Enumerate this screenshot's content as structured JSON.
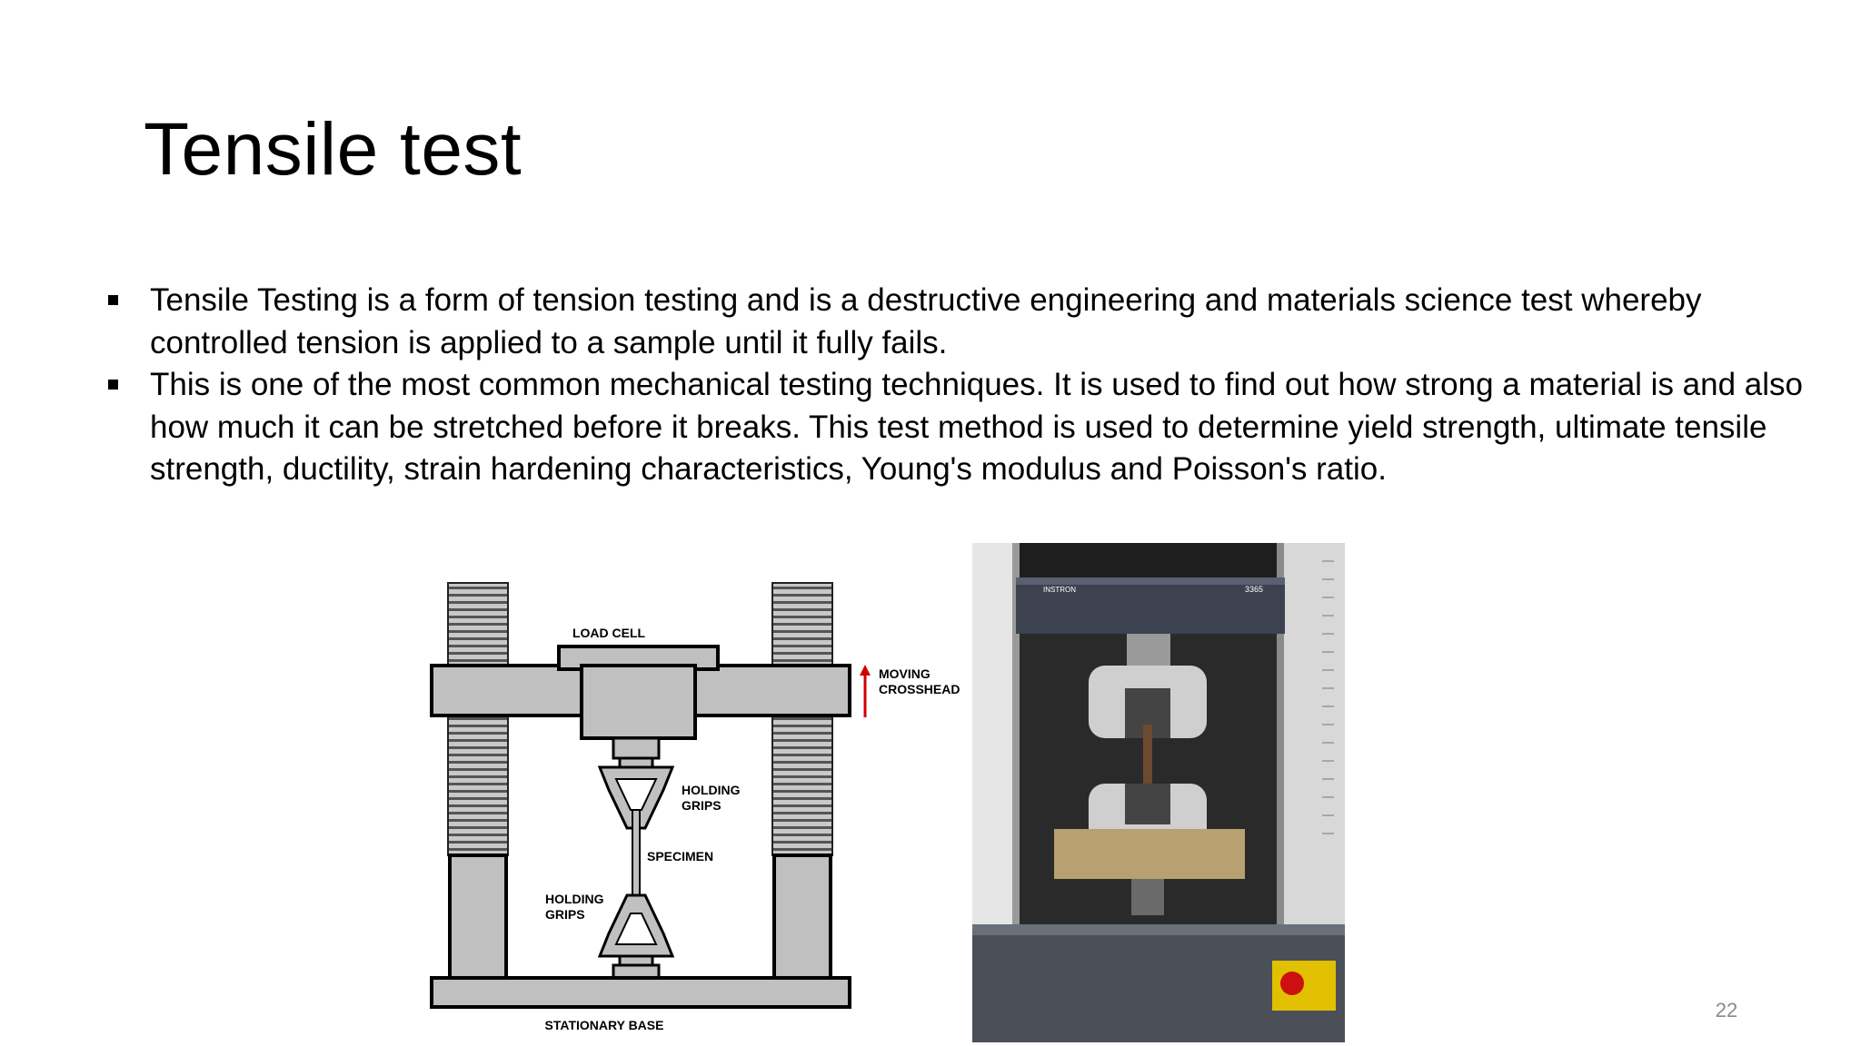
{
  "slide": {
    "title": "Tensile test",
    "page_number": "22"
  },
  "bullets": [
    "Tensile Testing is a form of tension testing and is a destructive engineering and materials science test whereby controlled tension is applied to a sample until it fully fails.",
    "This is one of the most common mechanical testing techniques. It is used to find out how strong a material is and also how much it can be stretched before it breaks. This test method is used to determine yield strength, ultimate tensile strength, ductility, strain hardening characteristics, Young's modulus and Poisson's ratio."
  ],
  "diagram": {
    "labels": {
      "load_cell": "LOAD CELL",
      "moving_line1": "MOVING",
      "moving_line2": "CROSSHEAD",
      "holding_grips_top_1": "HOLDING",
      "holding_grips_top_2": "GRIPS",
      "specimen": "SPECIMEN",
      "holding_grips_bottom_1": "HOLDING",
      "holding_grips_bottom_2": "GRIPS",
      "stationary_base": "STATIONARY BASE"
    }
  },
  "photo": {
    "brand": "INSTRON",
    "model": "3365"
  },
  "colors": {
    "diagram_fill": "#c0c0c0",
    "arrow": "#d00000",
    "page_number": "#8a8a8a"
  }
}
